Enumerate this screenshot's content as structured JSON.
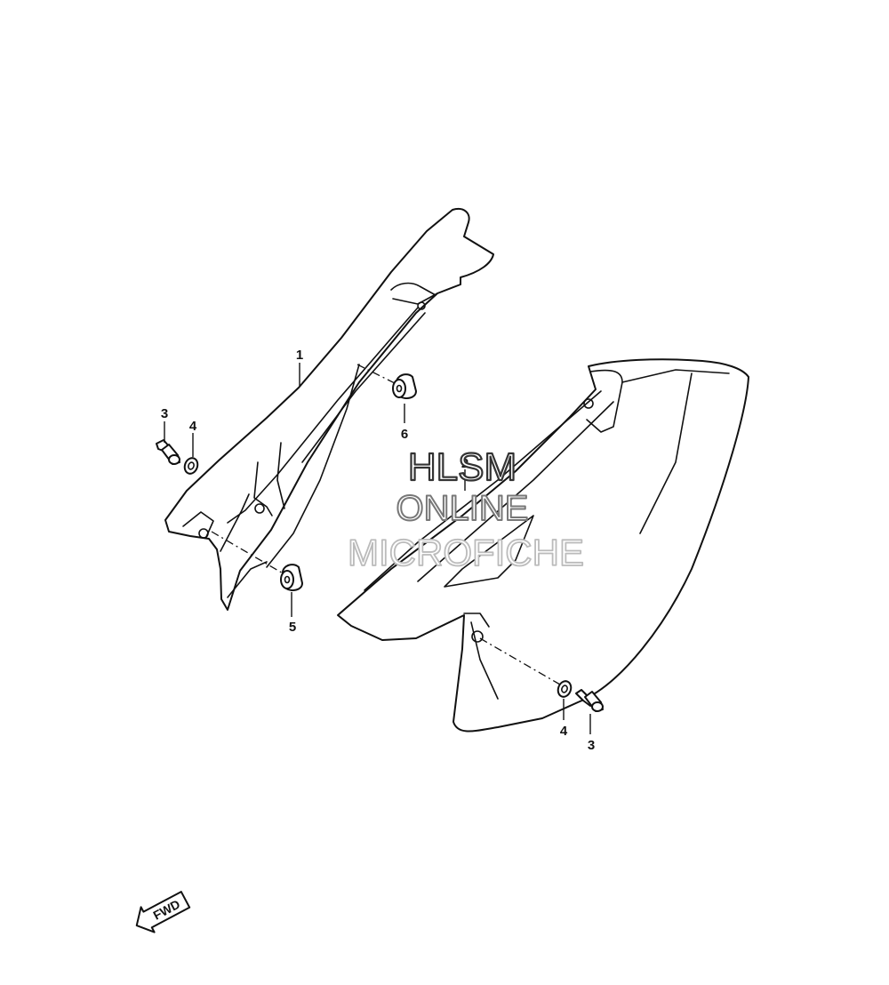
{
  "callouts": {
    "c1": "1",
    "c2": "2",
    "c3_left": "3",
    "c4_left": "4",
    "c3_right": "3",
    "c4_right": "4",
    "c5": "5",
    "c6": "6"
  },
  "watermark": {
    "line1": "HLSM",
    "line2": "ONLINE",
    "line3": "MICROFICHE"
  },
  "fwd_label": "FWD",
  "colors": {
    "line": "#111111",
    "background": "#ffffff",
    "watermark_line1": "#333333",
    "watermark_line2": "#777777",
    "watermark_line3": "#bbbbbb"
  }
}
